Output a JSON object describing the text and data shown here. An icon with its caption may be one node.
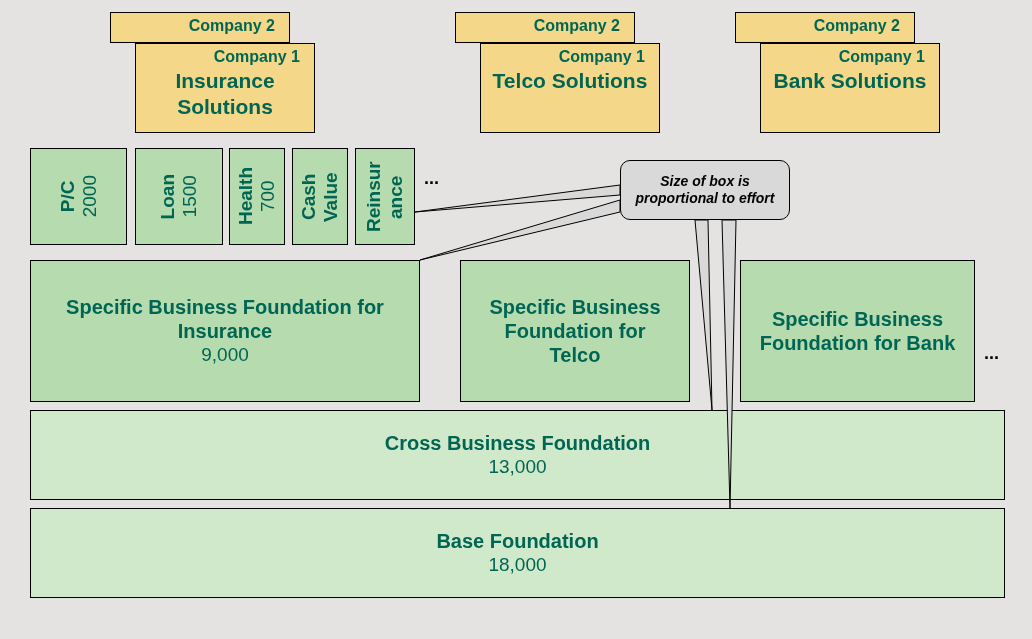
{
  "diagram": {
    "nodes": [
      {
        "text": [
          "Company 2"
        ]
      },
      {
        "text": [
          "Company 1",
          "Insurance Solutions"
        ]
      },
      {
        "text": [
          "Company 2"
        ]
      },
      {
        "text": [
          "Company 1",
          "Telco Solutions"
        ]
      },
      {
        "text": [
          "Company 2"
        ]
      },
      {
        "text": [
          "Company 1",
          "Bank Solutions"
        ]
      },
      {
        "text": [
          "P/C",
          "2000"
        ]
      },
      {
        "text": [
          "Loan",
          "1500"
        ]
      },
      {
        "text": [
          "Health",
          "700"
        ]
      },
      {
        "text": [
          "Cash Value"
        ]
      },
      {
        "text": [
          "Reinsur ance"
        ]
      },
      {
        "text": [
          "*Size* of box is proportional to effort"
        ]
      },
      {
        "text": [
          "Specific Business Foundation for Insurance",
          "9,000"
        ]
      },
      {
        "text": [
          "Specific Business Foundation for Telco"
        ]
      },
      {
        "text": [
          "Specific Business Foundation for Bank"
        ]
      },
      {
        "text": [
          "Cross Business Foundation",
          "13,000"
        ]
      },
      {
        "text": [
          "Base Foundation",
          "18,000"
        ]
      }
    ],
    "edges": [
      {
        "from": 11,
        "to": 10,
        "arrow": "none"
      },
      {
        "from": 11,
        "to": 12,
        "arrow": "none"
      },
      {
        "from": 11,
        "to": 15,
        "arrow": "none"
      },
      {
        "from": 11,
        "to": 16,
        "arrow": "none"
      }
    ],
    "labels": [
      "...",
      "..."
    ]
  }
}
